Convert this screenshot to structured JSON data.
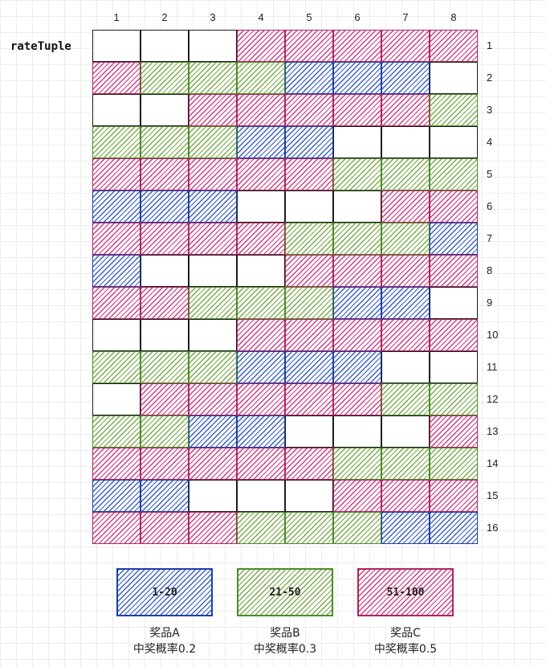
{
  "title": "rateTuple",
  "columns": [
    "1",
    "2",
    "3",
    "4",
    "5",
    "6",
    "7",
    "8"
  ],
  "rows": [
    "1",
    "2",
    "3",
    "4",
    "5",
    "6",
    "7",
    "8",
    "9",
    "10",
    "11",
    "12",
    "13",
    "14",
    "15",
    "16"
  ],
  "grid": [
    [
      "W",
      "W",
      "W",
      "P",
      "P",
      "P",
      "P",
      "P"
    ],
    [
      "P",
      "G",
      "G",
      "G",
      "B",
      "B",
      "B",
      "W"
    ],
    [
      "W",
      "W",
      "P",
      "P",
      "P",
      "P",
      "P",
      "G"
    ],
    [
      "G",
      "G",
      "G",
      "B",
      "B",
      "W",
      "W",
      "W"
    ],
    [
      "P",
      "P",
      "P",
      "P",
      "P",
      "G",
      "G",
      "G"
    ],
    [
      "B",
      "B",
      "B",
      "W",
      "W",
      "W",
      "P",
      "P"
    ],
    [
      "P",
      "P",
      "P",
      "P",
      "G",
      "G",
      "G",
      "B"
    ],
    [
      "B",
      "W",
      "W",
      "W",
      "P",
      "P",
      "P",
      "P"
    ],
    [
      "P",
      "P",
      "G",
      "G",
      "G",
      "B",
      "B",
      "W"
    ],
    [
      "W",
      "W",
      "W",
      "P",
      "P",
      "P",
      "P",
      "P"
    ],
    [
      "G",
      "G",
      "G",
      "B",
      "B",
      "B",
      "W",
      "W"
    ],
    [
      "W",
      "P",
      "P",
      "P",
      "P",
      "P",
      "G",
      "G"
    ],
    [
      "G",
      "G",
      "B",
      "B",
      "W",
      "W",
      "W",
      "P"
    ],
    [
      "P",
      "P",
      "P",
      "P",
      "P",
      "G",
      "G",
      "G"
    ],
    [
      "B",
      "B",
      "W",
      "W",
      "W",
      "P",
      "P",
      "P"
    ],
    [
      "P",
      "P",
      "P",
      "G",
      "G",
      "G",
      "B",
      "B"
    ]
  ],
  "colors": {
    "B": {
      "line": "#3a5fc8",
      "border": "#1f3fa8"
    },
    "G": {
      "line": "#7cab4e",
      "border": "#4c8a2a"
    },
    "P": {
      "line": "#cc3d85",
      "border": "#b0245e"
    },
    "W": {
      "line": "",
      "border": "#1e1e1e"
    }
  },
  "legend": [
    {
      "range": "1-20",
      "prize": "奖品A",
      "probability": "中奖概率0.2",
      "code": "B"
    },
    {
      "range": "21-50",
      "prize": "奖品B",
      "probability": "中奖概率0.3",
      "code": "G"
    },
    {
      "range": "51-100",
      "prize": "奖品C",
      "probability": "中奖概率0.5",
      "code": "P"
    }
  ]
}
